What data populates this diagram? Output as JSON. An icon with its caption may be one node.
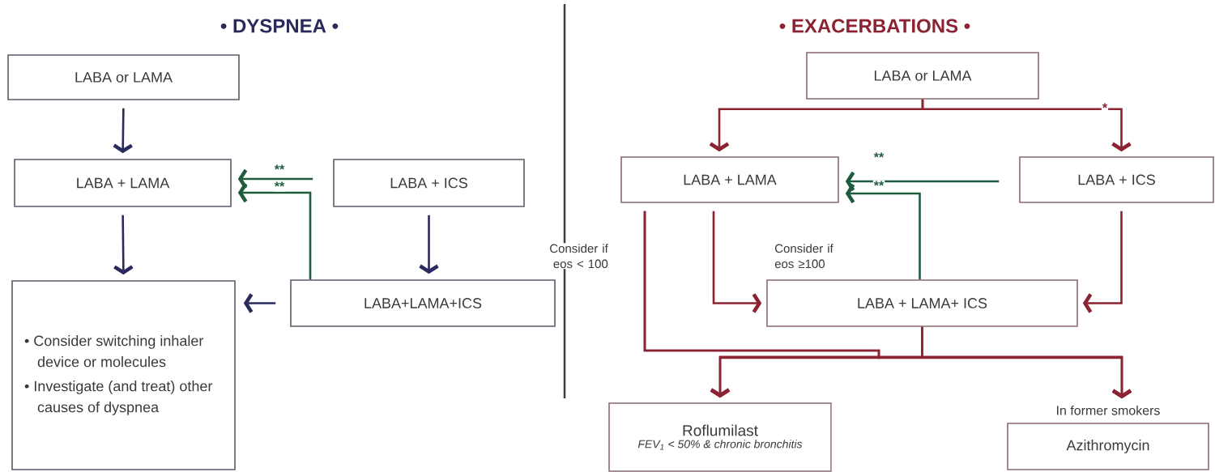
{
  "diagram": {
    "nodes": [
      {
        "text": [
          "LABA or LAMA"
        ]
      },
      {
        "text": [
          "LABA + LAMA"
        ]
      },
      {
        "text": [
          "LABA + ICS"
        ]
      },
      {
        "text": [
          "• Consider switching inhaler device or molecules",
          "• Investigate (and treat) other causes of dyspnea"
        ]
      },
      {
        "text": [
          "LABA+LAMA+ICS"
        ]
      },
      {
        "text": [
          "LABA or LAMA"
        ]
      },
      {
        "text": [
          "LABA + LAMA"
        ]
      },
      {
        "text": [
          "LABA + ICS"
        ]
      },
      {
        "text": [
          "LABA + LAMA+ ICS"
        ]
      },
      {
        "text": [
          "Roflumilast",
          "FEV$_{1}$ < 50% & chronic bronchitis"
        ]
      },
      {
        "text": [
          "Azithromycin"
        ],
        "beside": [
          "In former smokers"
        ]
      }
    ],
    "edges": [
      {
        "from": 0,
        "to": 1,
        "arrow": "to",
        "color": "#2b2a5c"
      },
      {
        "from": 1,
        "to": 3,
        "arrow": "to",
        "color": "#2b2a5c"
      },
      {
        "from": 2,
        "to": 4,
        "arrow": "to",
        "color": "#2b2a5c"
      },
      {
        "from": 4,
        "to": 3,
        "arrow": "to",
        "color": "#2b2a5c"
      },
      {
        "from": 2,
        "to": 1,
        "arrow": "to",
        "label": "**",
        "color": "#1f5b3e"
      },
      {
        "from": 4,
        "to": 1,
        "arrow": "to",
        "label": "**",
        "color": "#1f5b3e"
      },
      {
        "from": 5,
        "to": 6,
        "arrow": "to"
      },
      {
        "from": 5,
        "to": 7,
        "arrow": "to",
        "label": "*"
      },
      {
        "from": 7,
        "to": 6,
        "arrow": "to",
        "label": "**",
        "color": "#1f5b3e"
      },
      {
        "from": 8,
        "to": 6,
        "arrow": "to",
        "label": "**",
        "color": "#1f5b3e"
      },
      {
        "from": 6,
        "to": 8,
        "arrow": "to",
        "label": "Consider if eos ≥100"
      },
      {
        "from": 6,
        "to": 9,
        "arrow": "to",
        "label": "Consider if eos < 100"
      },
      {
        "from": 6,
        "to": 10,
        "arrow": "to"
      },
      {
        "from": 7,
        "to": 8,
        "arrow": "to"
      },
      {
        "from": 8,
        "to": 9,
        "arrow": "to"
      },
      {
        "from": 8,
        "to": 10,
        "arrow": "to"
      }
    ],
    "labels": [
      "• DYSPNEA •",
      "• EXACERBATIONS •"
    ]
  }
}
